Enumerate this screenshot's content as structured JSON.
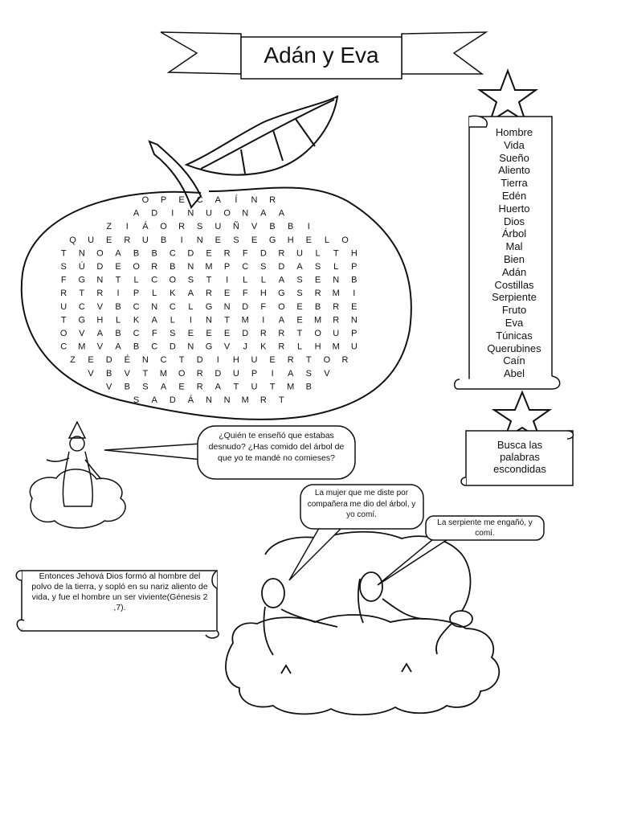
{
  "title": "Adán y Eva",
  "word_list": [
    "Hombre",
    "Vida",
    "Sueño",
    "Aliento",
    "Tierra",
    "Edén",
    "Huerto",
    "Dios",
    "Árbol",
    "Mal",
    "Bien",
    "Adán",
    "Costillas",
    "Serpiente",
    "Fruto",
    "Eva",
    "Túnicas",
    "Querubines",
    "Caín",
    "Abel"
  ],
  "instruction": "Busca las palabras escondidas",
  "god_bubble": "¿Quién te enseñó que estabas desnudo? ¿Has comido del árbol de que yo te mandé no comieses?",
  "adam_bubble": "La mujer que me diste por compañera me dio del árbol, y yo comí.",
  "eve_bubble": "La serpiente me engañó, y comí.",
  "verse": "Entonces Jehová Dios formó al hombre del polvo de la tierra, y sopló en su nariz aliento de vida, y fue el hombre un ser viviente(Génesis 2 ,7).",
  "grid": [
    "O P E C A Í N R",
    "A D I N U O N A A",
    "Z I Á O R S U Ñ V B B I",
    "Q U E R U B I N E S E G H E L O",
    "T N O A B B C D E R F D R U L T H",
    "S Ú D E O R B N M P C S D A S L P",
    "F G N T L C O S T I L L A S E N B",
    "R T R I P L K A R E F H G S R M I",
    "U C V B C N C L G N D F O E B R E",
    "T G H L K A L I N T M I A E M R N",
    "O V A B C F S E E E D R R T O U P",
    "C M V A B C D N G V J K R L H M U",
    "Z E D É N C T D I H U E R T O R",
    "V B V T M O R D U P I A S V",
    "V B S A E R A T U T M B",
    "S A D Á N N M R T"
  ]
}
